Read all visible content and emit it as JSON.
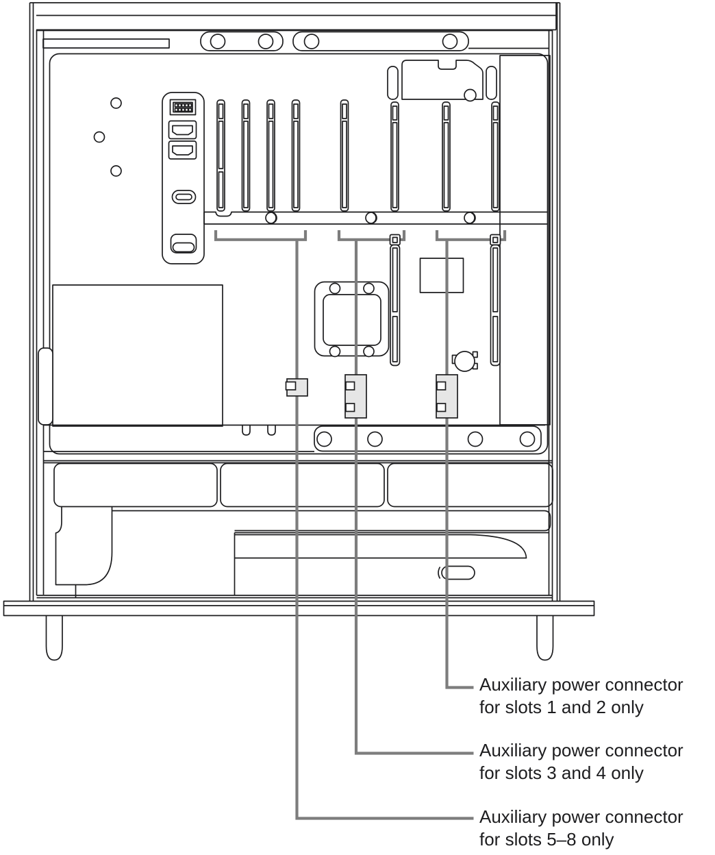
{
  "figure": {
    "description": "Side of Mac Pro open, illustrating locations of auxiliary power connectors on the logic board",
    "callouts": [
      {
        "id": "slots-1-2",
        "line1": "Auxiliary power connector",
        "line2": "for slots 1 and 2 only"
      },
      {
        "id": "slots-3-4",
        "line1": "Auxiliary power connector",
        "line2": "for slots 3 and 4 only"
      },
      {
        "id": "slots-5-8",
        "line1": "Auxiliary power connector",
        "line2": "for slots 5–8 only"
      }
    ],
    "colors": {
      "line": "#1d1d1f",
      "leader_line": "#7d7d7d",
      "connector_fill": "#e6e6e6",
      "slot_fill": "#f4f4f4",
      "background": "#ffffff"
    }
  }
}
